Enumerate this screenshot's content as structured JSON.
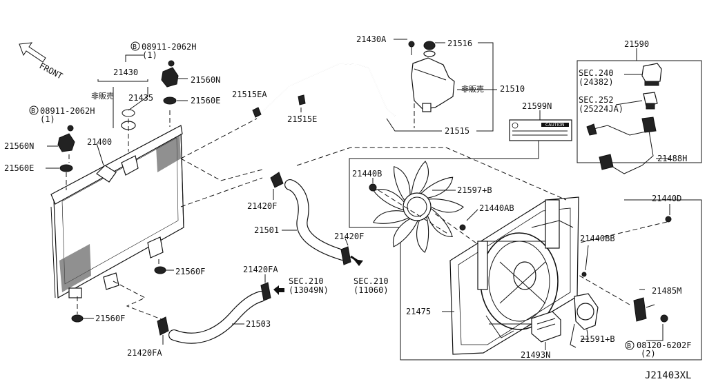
{
  "front_label": "FRONT",
  "labels": {
    "b08911_top": "08911-2062H",
    "b08911_top_qty": "(1)",
    "p21430": "21430",
    "nonsale_a": "非販売",
    "p21435": "21435",
    "p21560N_top": "21560N",
    "p21560E_top": "21560E",
    "b08911_left": "08911-2062H",
    "b08911_left_qty": "(1)",
    "p21560N_left": "21560N",
    "p21400": "21400",
    "p21560E_left": "21560E",
    "p21515EA": "21515EA",
    "p21515E": "21515E",
    "p21430A": "21430A",
    "p21516": "21516",
    "nonsale_b": "非販売",
    "p21510": "21510",
    "p21515": "21515",
    "p21590": "21590",
    "sec240": "SEC.240",
    "sec240_sub": "(24382)",
    "sec252": "SEC.252",
    "sec252_sub": "(25224JA)",
    "p21488H": "21488H",
    "p21599N": "21599N",
    "caution": "CAUTION",
    "p21440B": "21440B",
    "p21597B": "21597+B",
    "p21440AB": "21440AB",
    "p21440D": "21440D",
    "p21440BB": "21440BB",
    "p21420F_a": "21420F",
    "p21501": "21501",
    "p21420F_b": "21420F",
    "sec210_b": "SEC.210",
    "sec210_b_sub": "(11060)",
    "p21420FA_a": "21420FA",
    "sec210_a": "SEC.210",
    "sec210_a_sub": "(13049N)",
    "p21560F_a": "21560F",
    "p21560F_b": "21560F",
    "p21503": "21503",
    "p21420FA_b": "21420FA",
    "p21475": "21475",
    "p21485M": "21485M",
    "p21591B": "21591+B",
    "p21493N": "21493N",
    "b08120": "08120-6202F",
    "b08120_qty": "(2)",
    "bolt_mark": "B",
    "diagram_code": "J21403XL"
  }
}
